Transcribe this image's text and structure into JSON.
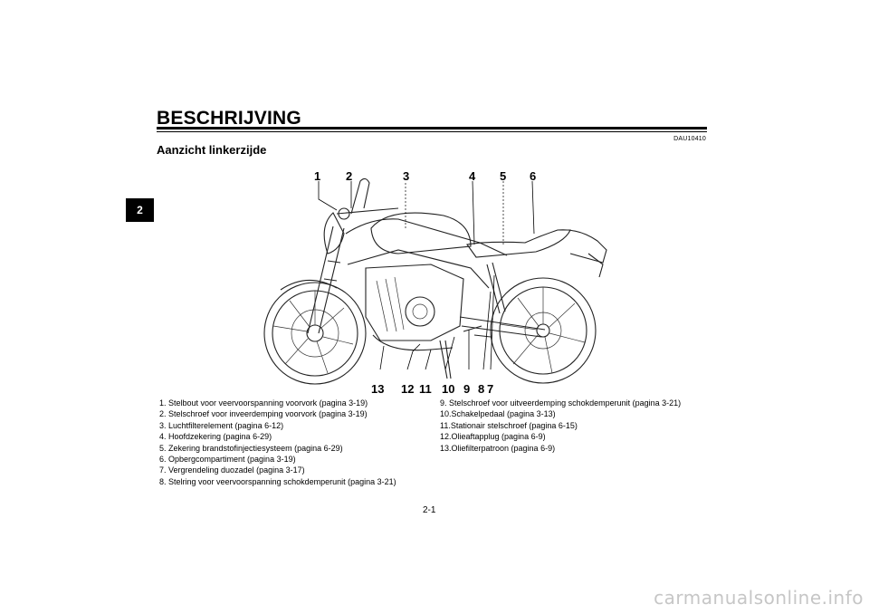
{
  "chapter_number": "2",
  "page_title": "BESCHRIJVING",
  "doc_code": "DAU10410",
  "section_title": "Aanzicht linkerzijde",
  "callouts": [
    "1",
    "2",
    "3",
    "4",
    "5",
    "6",
    "13",
    "12",
    "11",
    "10",
    "9",
    "8",
    "7"
  ],
  "legend_left": [
    "1.  Stelbout voor veervoorspanning voorvork (pagina 3-19)",
    "2.  Stelschroef voor inveerdemping voorvork (pagina 3-19)",
    "3.  Luchtfilterelement (pagina 6-12)",
    "4.  Hoofdzekering (pagina 6-29)",
    "5.  Zekering brandstofinjectiesysteem (pagina 6-29)",
    "6.  Opbergcompartiment (pagina 3-19)",
    "7.  Vergrendeling duozadel (pagina 3-17)",
    "8.  Stelring voor veervoorspanning schokdemperunit (pagina 3-21)"
  ],
  "legend_right": [
    "9.  Stelschroef voor uitveerdemping schokdemperunit (pagina 3-21)",
    "10.Schakelpedaal (pagina 3-13)",
    "11.Stationair stelschroef (pagina 6-15)",
    "12.Olieaftapplug (pagina 6-9)",
    "13.Oliefilterpatroon (pagina 6-9)"
  ],
  "page_number": "2-1",
  "watermark": "carmanualsonline.info"
}
